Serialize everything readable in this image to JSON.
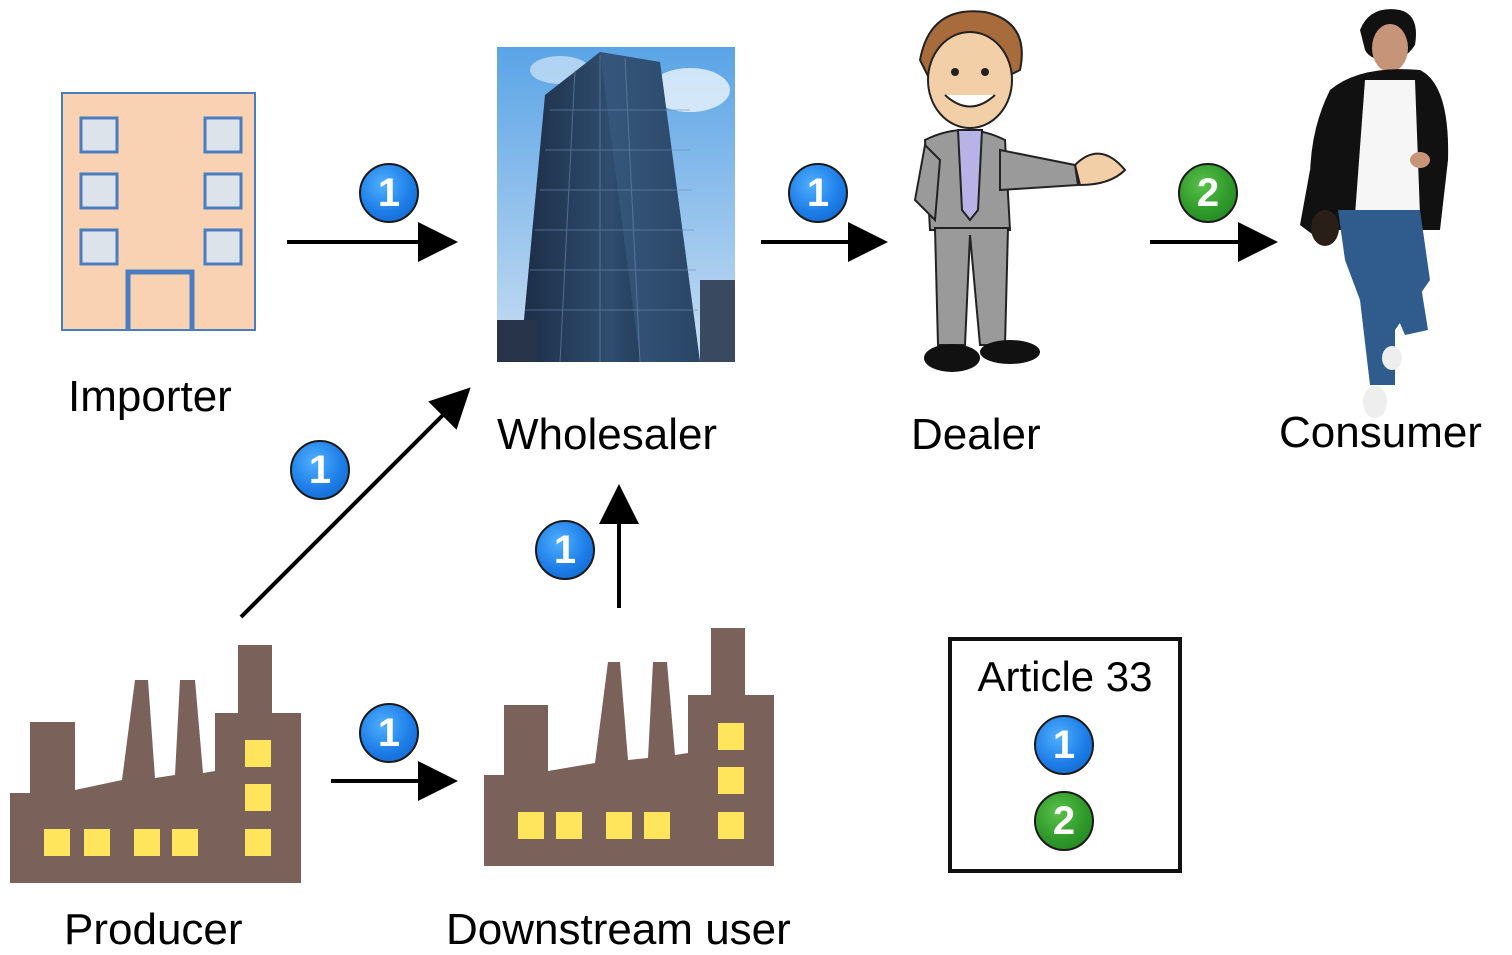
{
  "nodes": {
    "importer": "Importer",
    "wholesaler": "Wholesaler",
    "dealer": "Dealer",
    "consumer": "Consumer",
    "producer": "Producer",
    "downstream_user": "Downstream user"
  },
  "badges": {
    "importer_to_wholesaler": "1",
    "wholesaler_to_dealer": "1",
    "dealer_to_consumer": "2",
    "producer_to_wholesaler": "1",
    "downstream_to_wholesaler": "1",
    "producer_to_downstream": "1"
  },
  "legend": {
    "title": "Article 33",
    "items": [
      "1",
      "2"
    ]
  },
  "colors": {
    "badge_blue": "#1e7ee8",
    "badge_green": "#2f9a2a",
    "factory": "#7a625a",
    "factory_window": "#ffe55c",
    "importer_building": "#f9d2b4",
    "importer_outline": "#4a7cc0"
  }
}
